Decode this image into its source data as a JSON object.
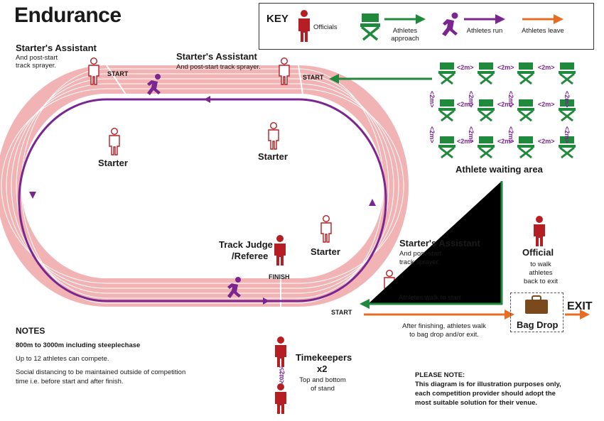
{
  "title": "Endurance",
  "key": {
    "heading": "KEY",
    "items": [
      {
        "icon": "official-person-icon",
        "label": "Officials"
      },
      {
        "icon": "chair-icon",
        "label": "Athletes approach"
      },
      {
        "icon": "runner-icon",
        "label": "Athletes run"
      },
      {
        "icon": "arrow-orange-icon",
        "label": "Athletes leave"
      }
    ]
  },
  "labels": {
    "starters_assistant": "Starter's Assistant",
    "post_start_sprayer": "And post-start track sprayer.",
    "post_start_sprayer_split": [
      "And post-start",
      "track sprayer."
    ],
    "starter": "Starter",
    "start": "START",
    "finish": "FINISH",
    "track_judge": [
      "Track Judge",
      "/Referee"
    ],
    "athlete_waiting_area": "Athlete waiting area",
    "official": "Official",
    "official_sub": [
      "to walk",
      "athletes",
      "back to exit"
    ],
    "athletes_walk_to_start": "Athletes walk to start",
    "after_finishing": [
      "After finishing, athletes walk",
      "to bag drop and/or exit."
    ],
    "bag_drop": "Bag Drop",
    "exit": "EXIT",
    "timekeepers": [
      "Timekeepers",
      "x2"
    ],
    "timekeepers_sub": [
      "Top and bottom",
      "of stand"
    ],
    "distance": "<2m>"
  },
  "notes": {
    "heading": "NOTES",
    "line1": "800m to 3000m including steeplechase",
    "line2": "Up to 12 athletes can compete.",
    "line3": [
      "Social distancing to be maintained outside of competition",
      "time i.e. before start and after finish."
    ]
  },
  "please_note": {
    "heading": "PLEASE NOTE:",
    "lines": [
      "This diagram is for illustration purposes only,",
      "each competition provider should adopt the",
      "most suitable solution for their venue."
    ]
  },
  "colors": {
    "official_red": "#b51f24",
    "track_pink": "#f2b3b4",
    "purple": "#7a2590",
    "green": "#1f8a3c",
    "orange": "#e76d24"
  }
}
